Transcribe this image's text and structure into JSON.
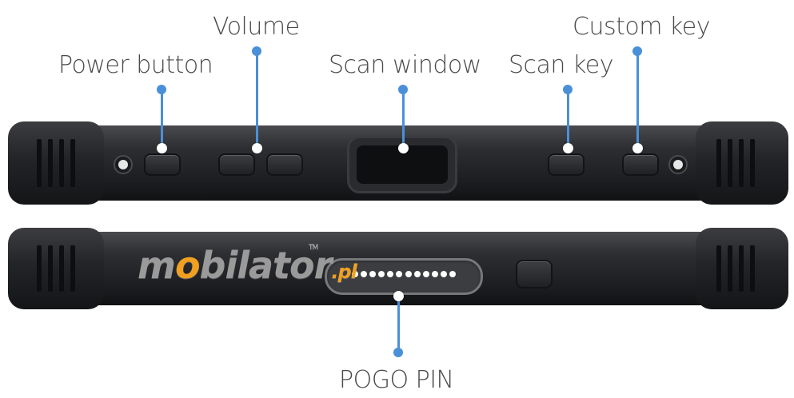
{
  "callouts": {
    "power_button": "Power button",
    "volume": "Volume",
    "scan_window": "Scan window",
    "scan_key": "Scan key",
    "custom_key": "Custom key",
    "pogo_pin": "POGO PIN"
  },
  "watermark": {
    "prefix": "m",
    "o_letter": "o",
    "main": "bilator",
    "tld": ".pl",
    "tm": "TM"
  },
  "colors": {
    "leader_line": "#4a90d9",
    "device_body": "#2a2b2e",
    "label_text": "#4a4a4a",
    "logo_accent": "#f0a020"
  },
  "pogo_pins": 12
}
